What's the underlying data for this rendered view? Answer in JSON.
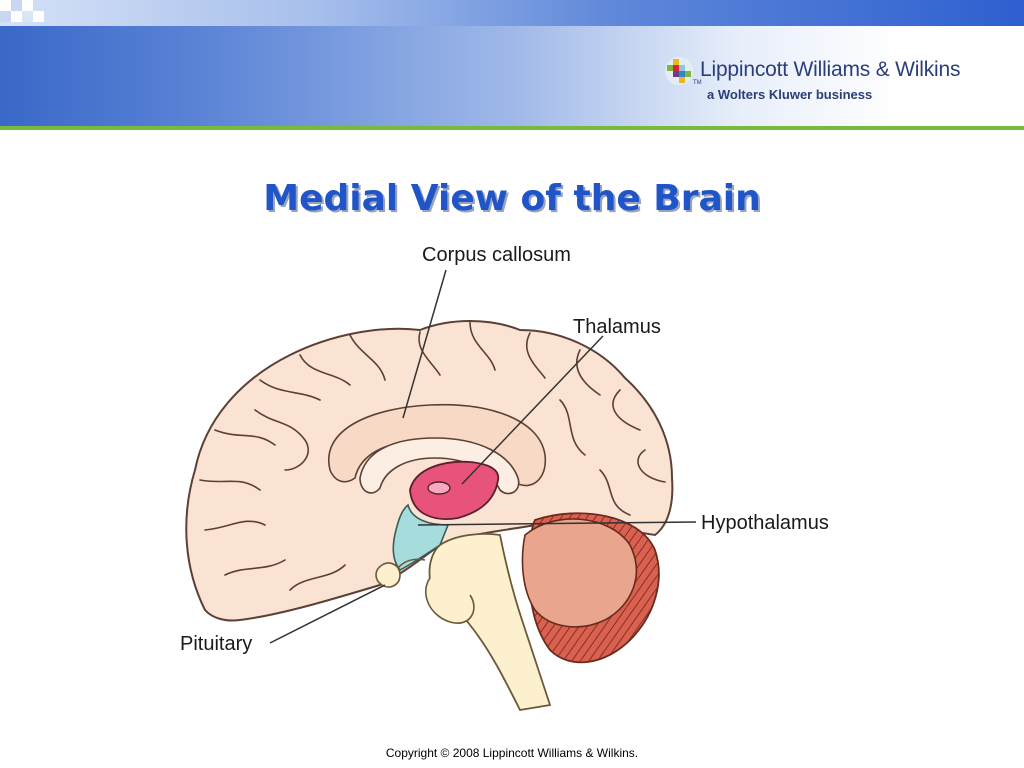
{
  "slide": {
    "title": "Medial View of the Brain",
    "footer": "Copyright © 2008 Lippincott Williams & Wilkins."
  },
  "publisher": {
    "name": "Lippincott Williams & Wilkins",
    "tagline": "a Wolters Kluwer business",
    "trademark": "TM"
  },
  "diagram": {
    "labels": {
      "corpus_callosum": "Corpus callosum",
      "thalamus": "Thalamus",
      "hypothalamus": "Hypothalamus",
      "pituitary": "Pituitary"
    }
  },
  "colors": {
    "header_blue": "#3a68c8",
    "accent_green": "#76bb3c",
    "title_blue": "#1f55c8",
    "cerebrum": "#fbe3d3",
    "thalamus": "#e8537a",
    "hypothalamus": "#a6dcdc",
    "cerebellum": "#d9614f",
    "brainstem": "#fdf0cf"
  }
}
